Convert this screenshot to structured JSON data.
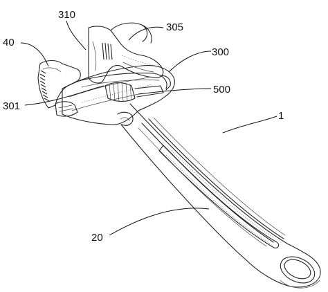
{
  "figure": {
    "labels": {
      "body": "1",
      "handle": "20",
      "fixed_jaw": "40",
      "movable_jaw": "300",
      "inner_face": "301",
      "jaw_tip": "305",
      "jaw_tab": "310",
      "worm_screw": "500"
    }
  }
}
